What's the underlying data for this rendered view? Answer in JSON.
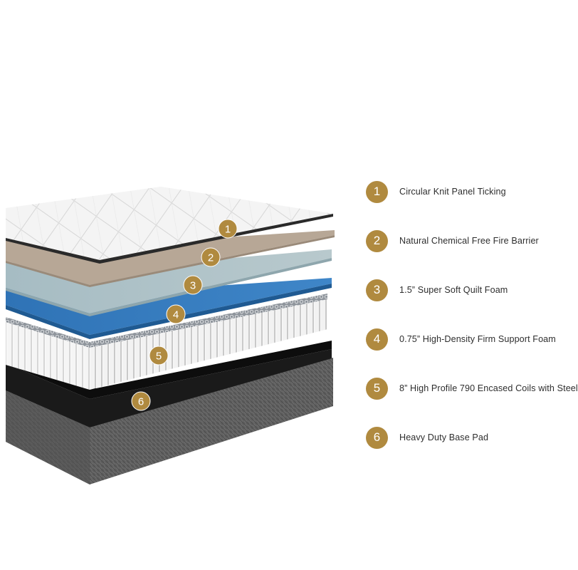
{
  "colors": {
    "badge": "#b08a3f",
    "ticking": "#f4f4f4",
    "fire_barrier": "#b7a796",
    "quilt_foam": "#a6bcc3",
    "support_foam": "#2f73b6",
    "coils": "#eeeeee",
    "base_pad": "#111111",
    "border": "#5d5d5d"
  },
  "layers": [
    {
      "number": "1",
      "label": "Circular Knit Panel Ticking",
      "icon": "ticking-icon"
    },
    {
      "number": "2",
      "label": "Natural Chemical Free Fire Barrier",
      "icon": "fire-barrier-icon"
    },
    {
      "number": "3",
      "label": "1.5” Super Soft Quilt Foam",
      "icon": "quilt-foam-icon"
    },
    {
      "number": "4",
      "label": "0.75” High-Density Firm Support Foam",
      "icon": "support-foam-icon"
    },
    {
      "number": "5",
      "label": "8” High Profile 790 Encased Coils with Steel",
      "icon": "coils-icon"
    },
    {
      "number": "6",
      "label": "Heavy Duty Base Pad",
      "icon": "base-pad-icon"
    }
  ]
}
